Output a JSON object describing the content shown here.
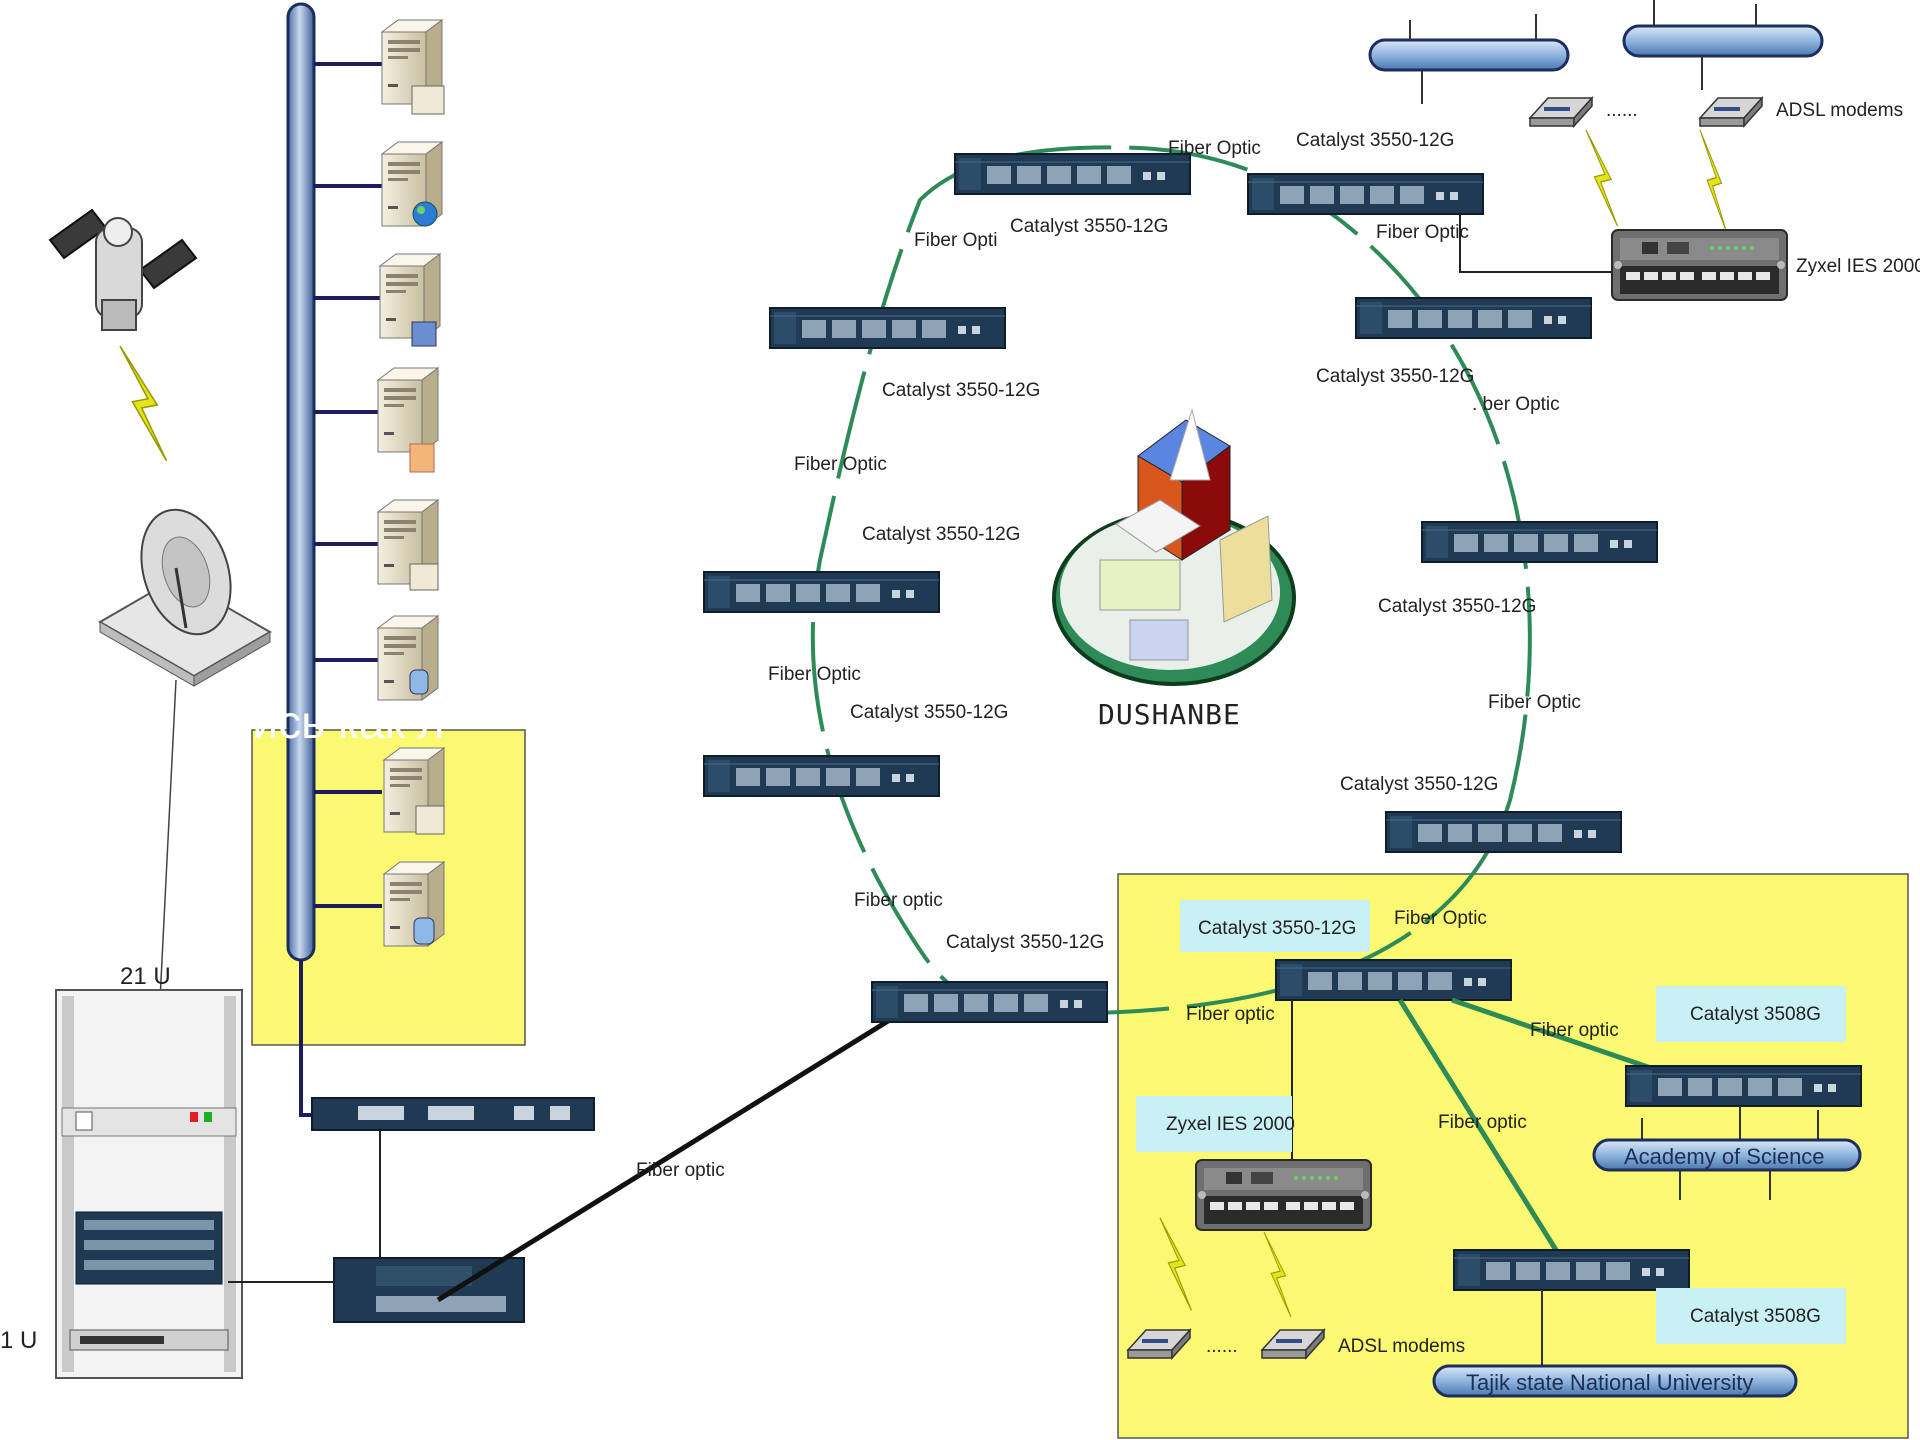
{
  "labels": {
    "fiber_optic": "Fiber Optic",
    "fiber_optic_lower": "Fiber optic",
    "fiber_opti_cut": "Fiber Opti",
    "fiber_optic_cut2": "Fiber Optic",
    "fiber_optic_partial": ". ber Optic",
    "catalyst_3550": "Catalyst 3550-12G",
    "catalyst_3508": "Catalyst 3508G",
    "zyxel": "Zyxel IES 2000",
    "adsl_modems": "ADSL modems",
    "dots": "......",
    "city": "DUSHANBE",
    "rack_top": "21 U",
    "rack_bottom": "1 U",
    "overlay_text": "ались как л",
    "academy": "Academy of Science",
    "university": "Tajik state National University",
    "catalyst_blurred": "Catalyst 3550-12G"
  },
  "colors": {
    "fiber": "#2e8b57",
    "highlight": "#fbf871",
    "label_box": "#c8f0f5",
    "pipe": "#8fb4de",
    "backbone": "#6d8fc7",
    "device": "#1f3a52",
    "link": "#1c1c5e",
    "lightning": "#e3e31e"
  }
}
